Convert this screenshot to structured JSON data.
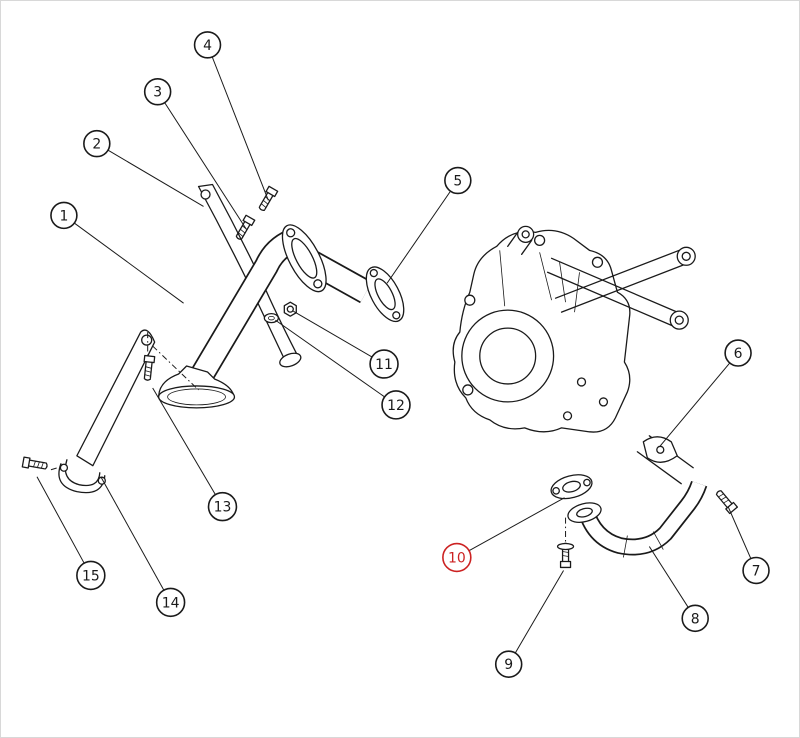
{
  "colors": {
    "background": "#ffffff",
    "line": "#1a1a1a",
    "highlight": "#cc2222"
  },
  "callouts": [
    {
      "label": "1",
      "highlighted": false
    },
    {
      "label": "2",
      "highlighted": false
    },
    {
      "label": "3",
      "highlighted": false
    },
    {
      "label": "4",
      "highlighted": false
    },
    {
      "label": "5",
      "highlighted": false
    },
    {
      "label": "6",
      "highlighted": false
    },
    {
      "label": "7",
      "highlighted": false
    },
    {
      "label": "8",
      "highlighted": false
    },
    {
      "label": "9",
      "highlighted": false
    },
    {
      "label": "10",
      "highlighted": true
    },
    {
      "label": "11",
      "highlighted": false
    },
    {
      "label": "12",
      "highlighted": false
    },
    {
      "label": "13",
      "highlighted": false
    },
    {
      "label": "14",
      "highlighted": false
    },
    {
      "label": "15",
      "highlighted": false
    }
  ]
}
